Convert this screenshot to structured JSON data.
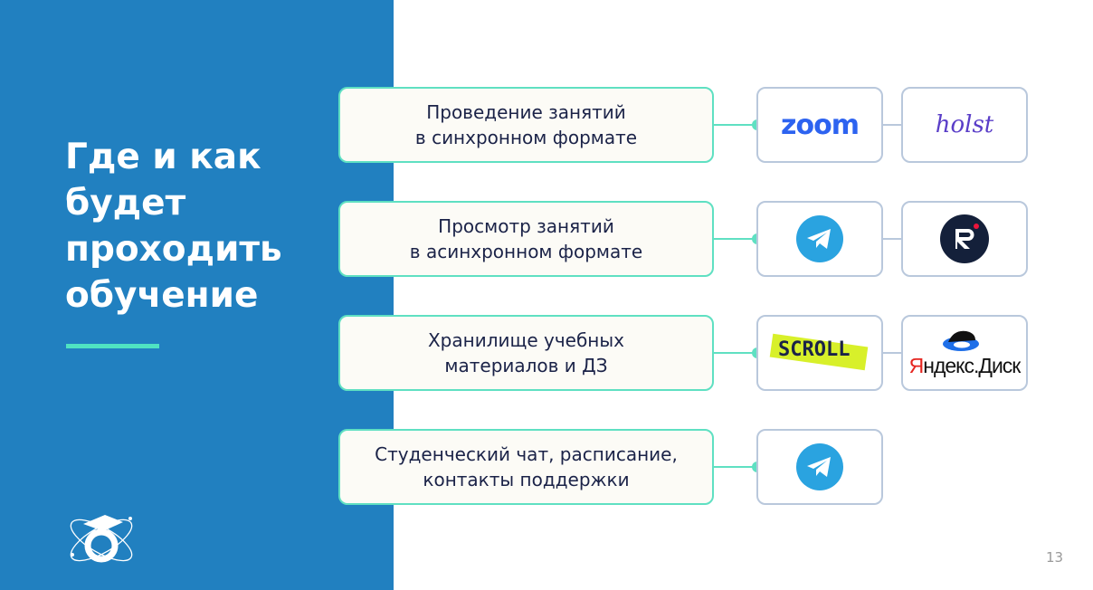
{
  "title": {
    "lines": [
      "Где и как",
      "будет",
      "проходить",
      "обучение"
    ]
  },
  "rows": [
    {
      "lines": [
        "Проведение занятий",
        "в синхронном формате"
      ],
      "logos": [
        "zoom",
        "holst"
      ]
    },
    {
      "lines": [
        "Просмотр занятий",
        "в асинхронном формате"
      ],
      "logos": [
        "telegram-icon",
        "rutube-icon"
      ]
    },
    {
      "lines": [
        "Хранилище учебных",
        "материалов и ДЗ"
      ],
      "logos": [
        "SCROLL",
        "Яндекс.Диск"
      ]
    },
    {
      "lines": [
        "Студенческий чат, расписание,",
        "контакты поддержки"
      ],
      "logos": [
        "telegram-icon"
      ]
    }
  ],
  "logos": {
    "zoom": "zoom",
    "holst": "holst",
    "scroll": "SCROLL",
    "yandex_first": "Я",
    "yandex_rest": "ндекс.Диск"
  },
  "page_number": "13",
  "colors": {
    "panel": "#2180c0",
    "accent": "#5fe0c2",
    "text": "#1b2348"
  }
}
